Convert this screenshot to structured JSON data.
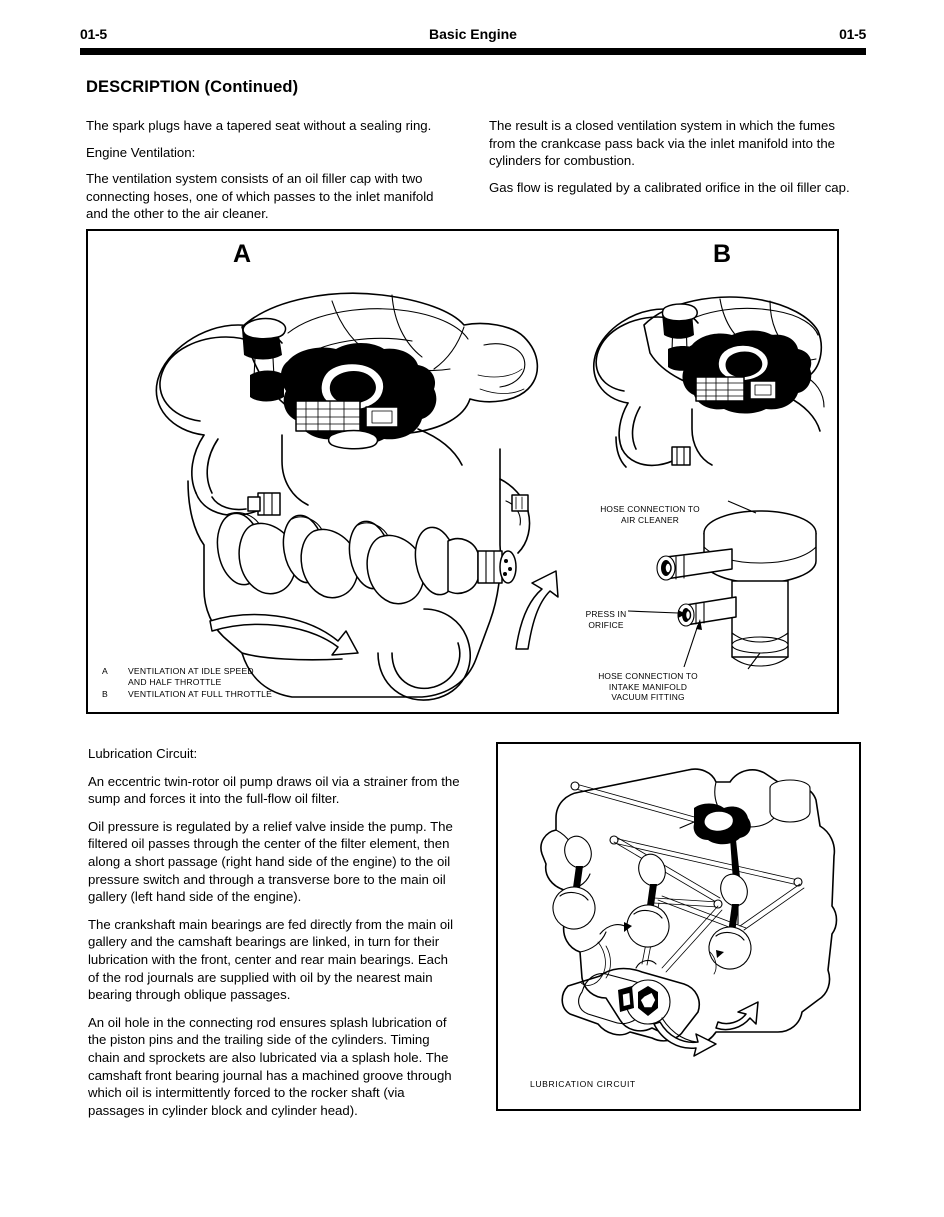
{
  "header": {
    "page_number_left": "01-5",
    "page_number_right": "01-5",
    "title": "Basic Engine"
  },
  "section": {
    "heading": "DESCRIPTION (Continued)"
  },
  "columns": {
    "left": [
      "The spark plugs have a tapered seat without a sealing ring.",
      "Engine Ventilation:",
      "The ventilation system consists of an oil filler cap with two connecting hoses, one of which passes to the inlet manifold and the other to the air cleaner."
    ],
    "right": [
      "The result is a closed ventilation system in which the fumes from the crankcase pass back via the inlet manifold into the cylinders for combustion.",
      "Gas flow is regulated by a calibrated orifice in the oil filler cap."
    ]
  },
  "ventilation_figure": {
    "label_a": "A",
    "label_b": "B",
    "callouts": {
      "air_cleaner": "HOSE CONNECTION TO\nAIR CLEANER",
      "press_in_orifice": "PRESS IN\nORIFICE",
      "intake_manifold": "HOSE CONNECTION TO\nINTAKE MANIFOLD\nVACUUM FITTING"
    },
    "legend": [
      {
        "key": "A",
        "text": "VENTILATION AT IDLE SPEED\nAND HALF THROTTLE"
      },
      {
        "key": "B",
        "text": "VENTILATION AT FULL THROTTLE"
      }
    ]
  },
  "lubrication": {
    "subheading": "Lubrication Circuit:",
    "paragraphs": [
      "An eccentric twin-rotor oil pump draws oil via a strainer from the sump and forces it into the full-flow oil filter.",
      "Oil pressure is regulated by a relief valve inside the pump. The filtered oil passes through the center of the filter element, then along a short passage (right hand side of the engine) to the oil pressure switch and through a transverse bore to the main oil gallery (left hand side of the engine).",
      "The crankshaft main bearings are fed directly from the main oil gallery and the camshaft bearings are linked, in turn for their lubrication with the front, center and rear main bearings. Each of the rod journals are supplied with oil by the nearest main bearing through oblique passages.",
      "An oil hole in the connecting rod ensures splash lubrication of the piston pins and the trailing side of the cylinders. Timing chain and sprockets are also lubricated via a splash hole. The camshaft front bearing journal has a machined groove through which oil is intermittently forced to the rocker shaft (via passages in cylinder block and cylinder head)."
    ],
    "figure_caption": "LUBRICATION CIRCUIT"
  },
  "colors": {
    "ink": "#000000",
    "paper": "#ffffff"
  }
}
